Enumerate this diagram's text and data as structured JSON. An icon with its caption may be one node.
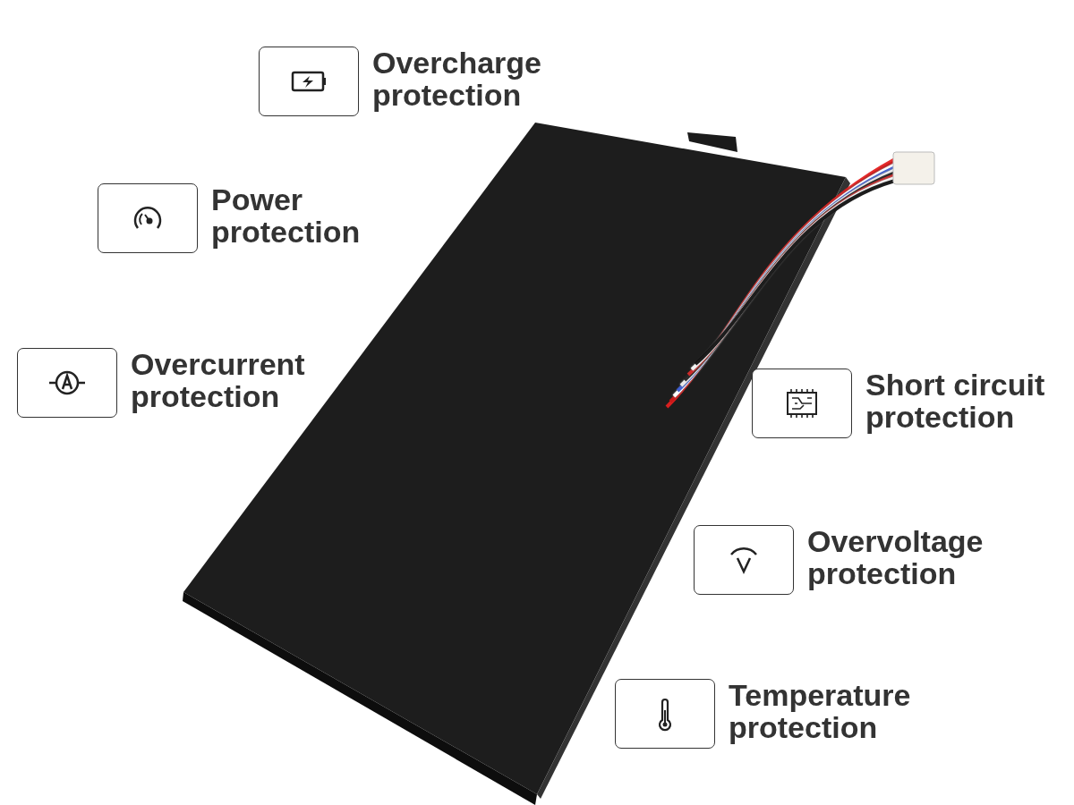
{
  "diagram": {
    "nodes": [
      {
        "text": [
          "Overcharge protection"
        ]
      },
      {
        "text": [
          "Power protection"
        ]
      },
      {
        "text": [
          "Overcurrent protection"
        ]
      },
      {
        "text": [
          "Short circuit protection"
        ]
      },
      {
        "text": [
          "Overvoltage protection"
        ]
      },
      {
        "text": [
          "Temperature protection"
        ]
      }
    ]
  }
}
